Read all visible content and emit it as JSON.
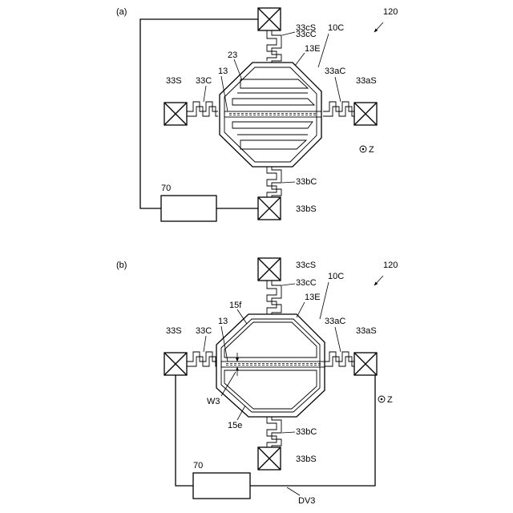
{
  "figure_ref": "120",
  "panels": [
    {
      "label": "(a)",
      "refs": {
        "ref_10C": "10C",
        "ref_13E": "13E",
        "ref_23": "23",
        "ref_13": "13",
        "ref_33S": "33S",
        "ref_33C": "33C",
        "ref_33aC": "33aC",
        "ref_33aS": "33aS",
        "ref_33cS": "33cS",
        "ref_33cC": "33cC",
        "ref_33bC": "33bC",
        "ref_33bS": "33bS",
        "ref_70": "70",
        "axis": "Z"
      }
    },
    {
      "label": "(b)",
      "refs": {
        "ref_10C": "10C",
        "ref_13E": "13E",
        "ref_15f": "15f",
        "ref_15e": "15e",
        "ref_13": "13",
        "ref_W3": "W3",
        "ref_33S": "33S",
        "ref_33C": "33C",
        "ref_33aC": "33aC",
        "ref_33aS": "33aS",
        "ref_33cS": "33cS",
        "ref_33cC": "33cC",
        "ref_33bC": "33bC",
        "ref_33bS": "33bS",
        "ref_70": "70",
        "ref_DV3": "DV3",
        "axis": "Z"
      }
    }
  ]
}
